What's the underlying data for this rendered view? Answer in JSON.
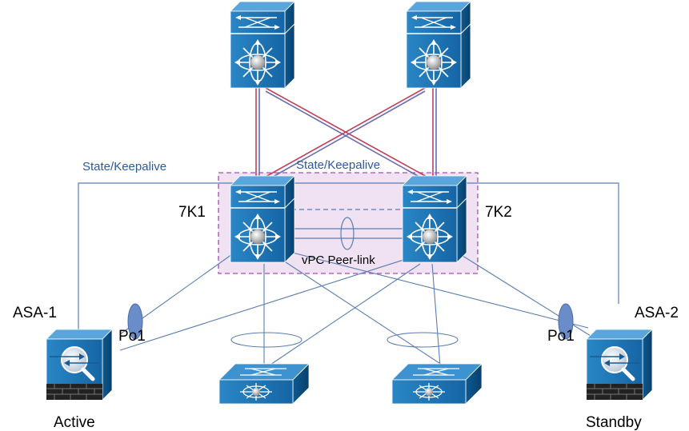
{
  "labels": {
    "keepalive_left": "State/Keepalive",
    "keepalive_center": "State/Keepalive",
    "sw_7k1": "7K1",
    "sw_7k2": "7K2",
    "peer_link": "vPC Peer-link",
    "asa1": "ASA-1",
    "asa2": "ASA-2",
    "po1_left": "Po1",
    "po1_right": "Po1",
    "active": "Active",
    "standby": "Standby"
  },
  "colors": {
    "device_blue": "#1a74b4",
    "device_dark": "#0b4f80",
    "link_blue": "#5a7db3",
    "uplink_red": "#c0405a",
    "vpc_box_fill": "#f0e2f2",
    "vpc_box_border": "#a050b0",
    "etherchannel": "#6a8cc8",
    "label_blue": "#2e5a98"
  },
  "icons": {
    "core_switches": [
      "nexus-switch-icon",
      "nexus-switch-icon"
    ],
    "distribution_switches": [
      "nexus-switch-icon",
      "nexus-switch-icon"
    ],
    "access_switches": [
      "workgroup-switch-icon",
      "workgroup-switch-icon"
    ],
    "firewalls": [
      "asa-firewall-icon",
      "asa-firewall-icon"
    ]
  }
}
